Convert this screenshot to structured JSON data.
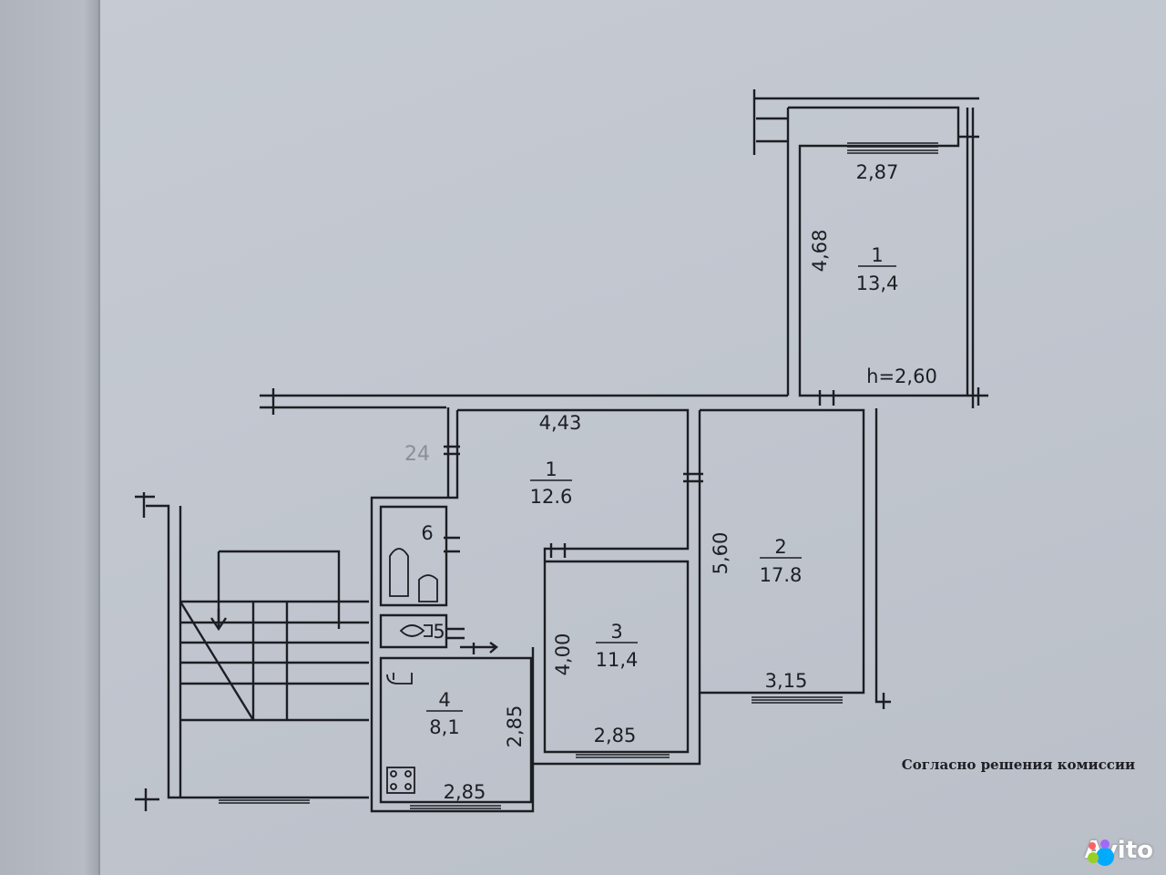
{
  "plan": {
    "rooms": [
      {
        "number": "1",
        "area": "13,4"
      },
      {
        "number": "1",
        "area": "12.6"
      },
      {
        "number": "2",
        "area": "17.8"
      },
      {
        "number": "3",
        "area": "11,4"
      },
      {
        "number": "4",
        "area": "8,1"
      }
    ],
    "small_rooms": [
      "6",
      "5"
    ],
    "dimensions": {
      "balcony_width": "2,87",
      "balcony_length": "4,68",
      "ceiling_height": "h=2,60",
      "room1_width": "4,43",
      "room2_length": "5,60",
      "room2_width": "3,15",
      "room3_length": "4,00",
      "room3_width": "2,85",
      "kitchen_length": "2,85",
      "kitchen_width": "2,85"
    },
    "wall_mark": "24",
    "caption": "Согласно решения комиссии"
  },
  "watermark": {
    "text": "Avito",
    "colors": [
      "#00aaff",
      "#97cf26",
      "#a169f7",
      "#ff6163"
    ]
  }
}
